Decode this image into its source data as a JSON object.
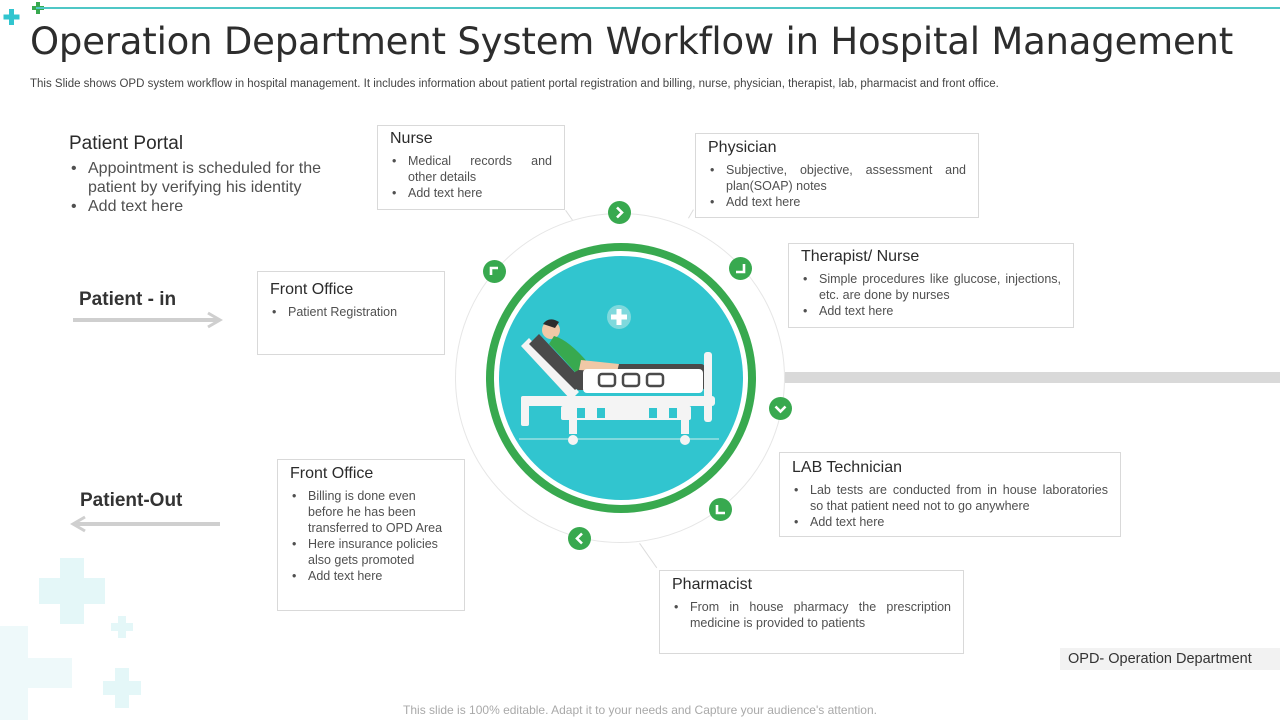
{
  "title": "Operation Department System Workflow in Hospital Management",
  "subtitle": "This Slide shows OPD system workflow in hospital management. It includes information about patient portal registration and billing, nurse, physician, therapist, lab, pharmacist and front office.",
  "patient_portal": {
    "heading": "Patient Portal",
    "bullets": [
      "Appointment is scheduled for the patient by verifying his identity",
      "Add text here"
    ]
  },
  "patient_in": "Patient - in",
  "patient_out": "Patient-Out",
  "front_office_in": {
    "heading": "Front Office",
    "bullets": [
      "Patient Registration"
    ]
  },
  "front_office_out": {
    "heading": "Front Office",
    "bullets": [
      "Billing is done even before he has been transferred to OPD Area",
      "Here insurance policies also gets promoted",
      "Add text here"
    ]
  },
  "nurse": {
    "heading": "Nurse",
    "bullets": [
      "Medical records and other details",
      "Add text here"
    ]
  },
  "physician": {
    "heading": "Physician",
    "bullets": [
      "Subjective, objective, assessment and plan(SOAP) notes",
      "Add text here"
    ]
  },
  "therapist": {
    "heading": "Therapist/ Nurse",
    "bullets": [
      "Simple procedures like glucose, injections, etc. are done by nurses",
      "Add text here"
    ]
  },
  "lab": {
    "heading": "LAB Technician",
    "bullets": [
      "Lab tests are conducted from in house laboratories so that patient need not to go anywhere",
      "Add text here"
    ]
  },
  "pharmacist": {
    "heading": "Pharmacist",
    "bullets": [
      "From in house pharmacy the prescription medicine is provided  to patients"
    ]
  },
  "opd_tag": "OPD- Operation Department",
  "footer": "This slide is 100% editable. Adapt it to your needs and Capture your audience's attention.",
  "colors": {
    "accent_teal": "#31c5cf",
    "accent_green": "#38a94f",
    "line_teal": "#4fc7c6"
  },
  "icons": [
    "plus-icon",
    "patient-bed-icon",
    "arrow-right-icon",
    "arrow-down-icon",
    "arrow-left-icon",
    "arrow-up-icon"
  ]
}
